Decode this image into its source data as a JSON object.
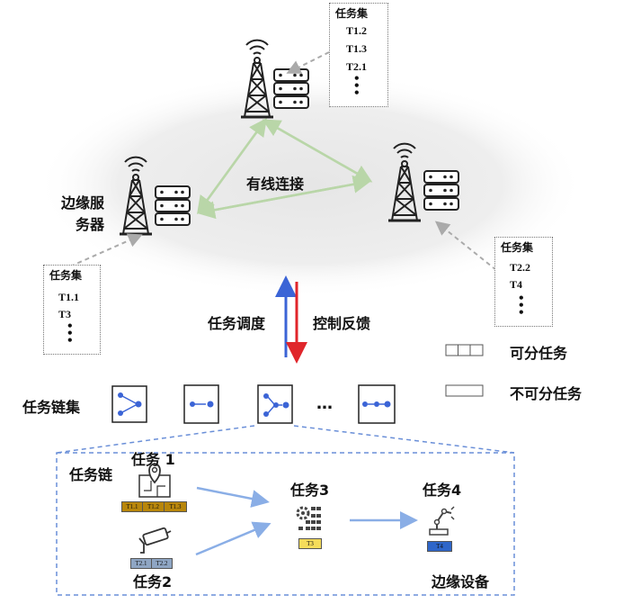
{
  "labels": {
    "edge_server": [
      "边缘服",
      "务器"
    ],
    "wired_connection": "有线连接",
    "task_dispatch": "任务调度",
    "control_feedback": "控制反馈",
    "divisible_task": "可分任务",
    "indivisible_task": "不可分任务",
    "task_chain_set": "任务链集",
    "task_chain": "任务链",
    "edge_device": "边缘设备",
    "ellipsis": "…"
  },
  "task_sets": {
    "top": {
      "title": "任务集",
      "items": [
        "T1.2",
        "T1.3",
        "T2.1"
      ]
    },
    "right": {
      "title": "任务集",
      "items": [
        "T2.2",
        "T4"
      ]
    },
    "left": {
      "title": "任务集",
      "items": [
        "T1.1",
        "T3"
      ]
    }
  },
  "tasks": {
    "task1": {
      "name": "任务 1",
      "subtasks": [
        "T1.1",
        "T1.2",
        "T1.3"
      ]
    },
    "task2": {
      "name": "任务2",
      "subtasks": [
        "T2.1",
        "T2.2"
      ]
    },
    "task3": {
      "name": "任务3",
      "subtasks": [
        "T3"
      ]
    },
    "task4": {
      "name": "任务4",
      "subtasks": [
        "T4"
      ]
    }
  },
  "colors": {
    "blue_arrow": "#3b64d6",
    "red_arrow": "#e0262b",
    "link_green": "#b9d6a8",
    "chain_blue": "#8aaee6",
    "task1_bar": "#b8860b",
    "task2_bar": "#8fa6c4",
    "task3_bar": "#f5dc5a",
    "task4_bar": "#2f66c9"
  }
}
